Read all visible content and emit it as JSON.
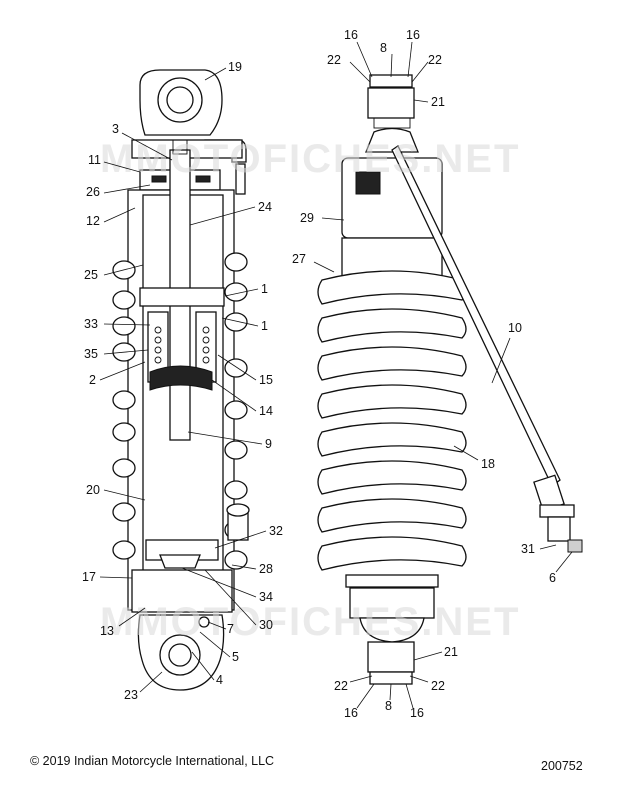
{
  "diagram": {
    "watermark": "MMOTOFICHES.NET",
    "copyright": "© 2019 Indian Motorcycle International, LLC",
    "document_number": "200752",
    "callouts_left": [
      "19",
      "3",
      "11",
      "26",
      "12",
      "24",
      "25",
      "1",
      "33",
      "1",
      "35",
      "2",
      "15",
      "14",
      "9",
      "20",
      "32",
      "17",
      "28",
      "34",
      "13",
      "7",
      "30",
      "5",
      "4",
      "23"
    ],
    "callouts_right": [
      "16",
      "8",
      "16",
      "22",
      "22",
      "21",
      "29",
      "27",
      "10",
      "18",
      "31",
      "6",
      "21",
      "22",
      "22",
      "16",
      "8",
      "16"
    ]
  }
}
